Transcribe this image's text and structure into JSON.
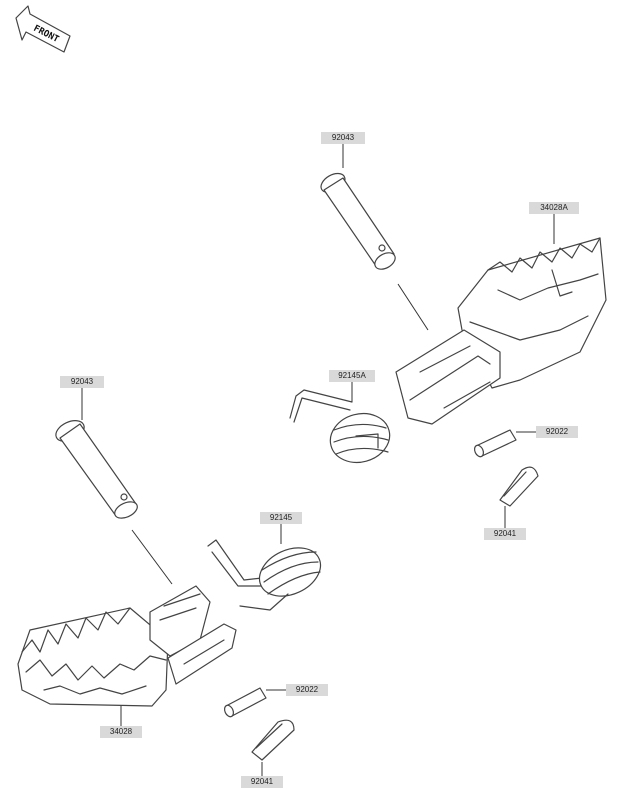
{
  "front_badge": {
    "text": "FRONT"
  },
  "labels": {
    "pin_upper": "92043",
    "footpeg_left": "34028A",
    "spring_upper": "92145A",
    "washer_upper": "92022",
    "cotter_upper": "92041",
    "pin_lower": "92043",
    "spring_lower": "92145",
    "washer_lower": "92022",
    "footpeg_right": "34028",
    "cotter_lower": "92041"
  }
}
